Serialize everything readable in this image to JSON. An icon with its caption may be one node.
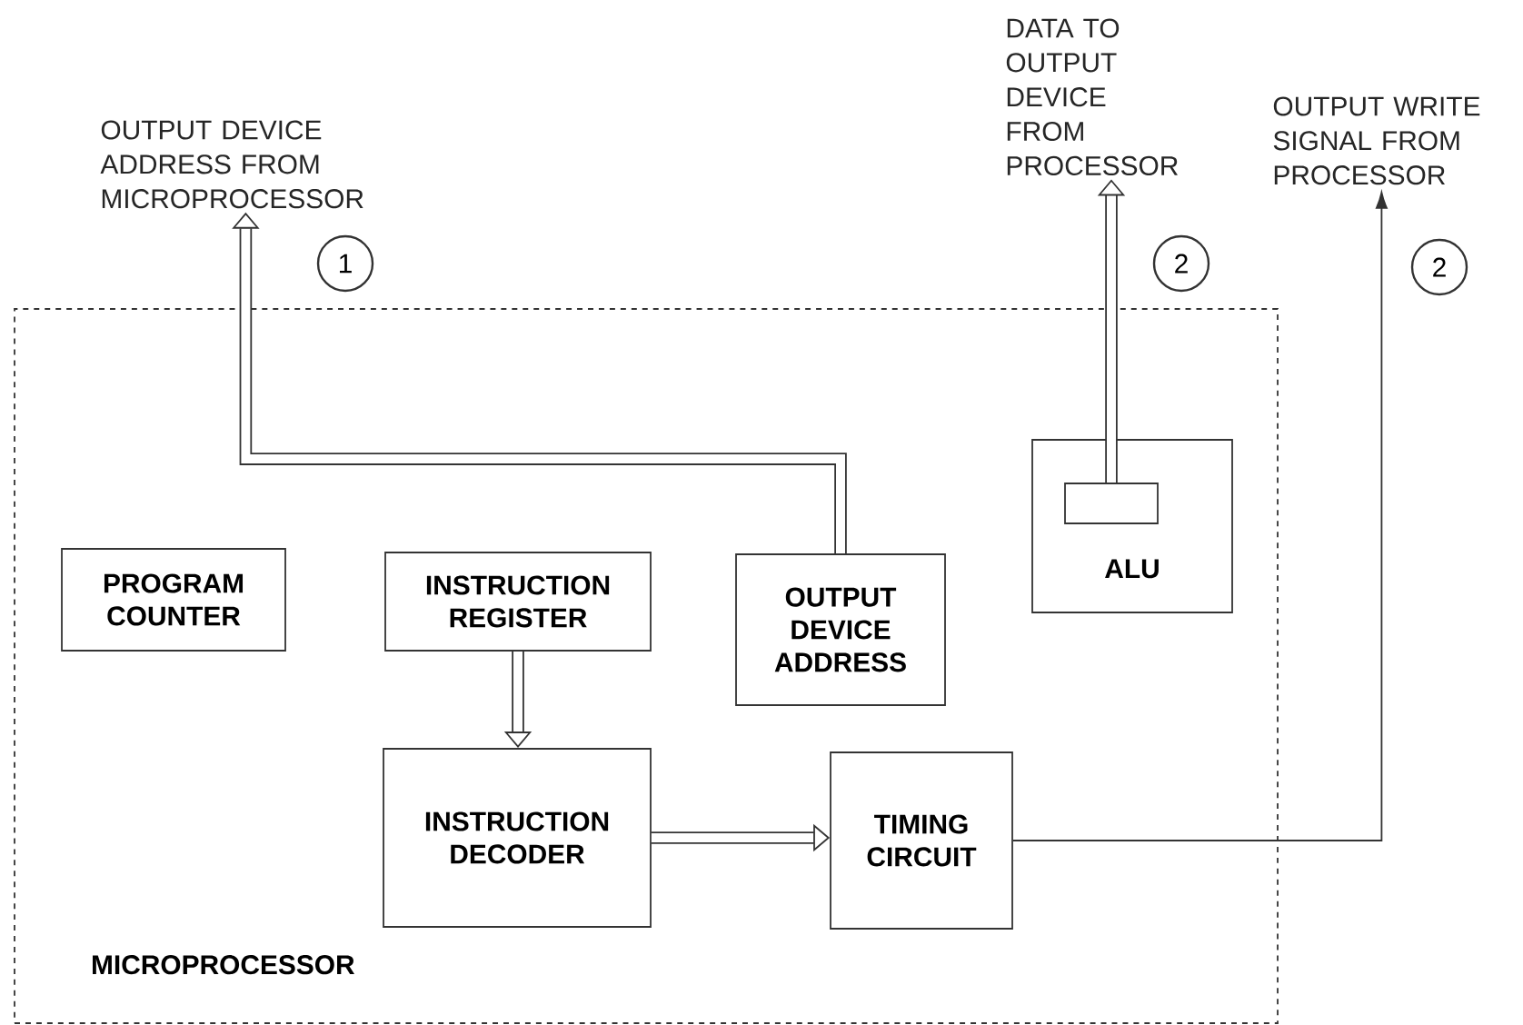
{
  "diagram": {
    "nodes": [
      {
        "text": [
          "MICROPROCESSOR"
        ]
      },
      {
        "text": [
          "PROGRAM COUNTER"
        ],
        "in": 0
      },
      {
        "text": [
          "INSTRUCTION REGISTER"
        ],
        "in": 0
      },
      {
        "text": [
          "OUTPUT DEVICE ADDRESS"
        ],
        "in": 0
      },
      {
        "text": [
          "ALU"
        ],
        "in": 0
      },
      {
        "text": [],
        "shape": "box",
        "in": 4
      },
      {
        "text": [
          "INSTRUCTION DECODER"
        ],
        "in": 0
      },
      {
        "text": [
          "TIMING CIRCUIT"
        ],
        "in": 0
      },
      {
        "text": [
          "OUTPUT DEVICE ADDRESS FROM MICROPROCESSOR"
        ]
      },
      {
        "text": [
          "DATA TO OUTPUT DEVICE FROM PROCESSOR"
        ]
      },
      {
        "text": [
          "OUTPUT WRITE SIGNAL FROM PROCESSOR"
        ]
      }
    ],
    "edges": [
      {
        "from": 3,
        "to": 8,
        "arrow": "to"
      },
      {
        "from": 5,
        "to": 9,
        "arrow": "to"
      },
      {
        "from": 2,
        "to": 6,
        "arrow": "to"
      },
      {
        "from": 6,
        "to": 7,
        "arrow": "to"
      },
      {
        "from": 7,
        "to": 10,
        "arrow": "to"
      }
    ],
    "labels": [
      "1",
      "2",
      "2"
    ]
  }
}
